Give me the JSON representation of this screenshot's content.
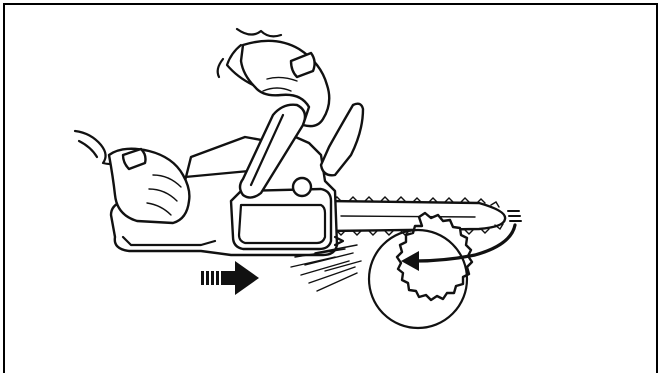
{
  "figure": {
    "type": "line-illustration",
    "elements": [
      "chainsaw",
      "operator-hands",
      "log-cross-section",
      "push-arrow",
      "rotation-arrow",
      "sawdust-spray"
    ],
    "colors": {
      "stroke": "#111111",
      "fill": "#ffffff",
      "frame": "#000000"
    }
  }
}
